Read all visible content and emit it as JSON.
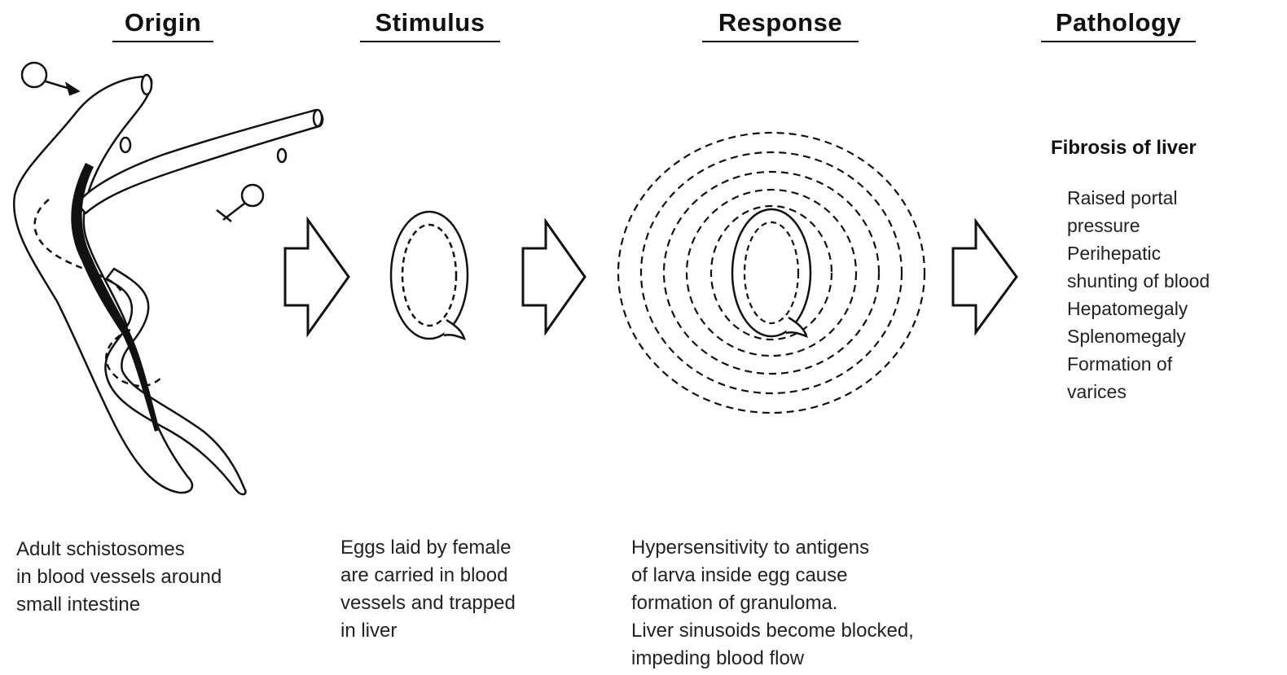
{
  "headings": {
    "origin": "Origin",
    "stimulus": "Stimulus",
    "response": "Response",
    "pathology": "Pathology"
  },
  "captions": {
    "origin": "Adult schistosomes\nin blood vessels around\nsmall intestine",
    "stimulus": "Eggs  laid by female\nare carried in blood\nvessels and trapped\nin liver",
    "response": "Hypersensitivity to antigens\nof larva inside egg cause\nformation of granuloma.\nLiver sinusoids become blocked,\nimpeding blood flow"
  },
  "pathology": {
    "title": "Fibrosis of liver",
    "items": [
      "Raised portal\n  pressure",
      "Perihepatic\n  shunting of blood",
      "Hepatomegaly",
      "Splenomegaly",
      "Formation of\n  varices"
    ]
  },
  "icons": {
    "male_symbol": "male-symbol-icon",
    "female_symbol": "female-symbol-icon",
    "arrows": "block-arrow-right-icon"
  }
}
